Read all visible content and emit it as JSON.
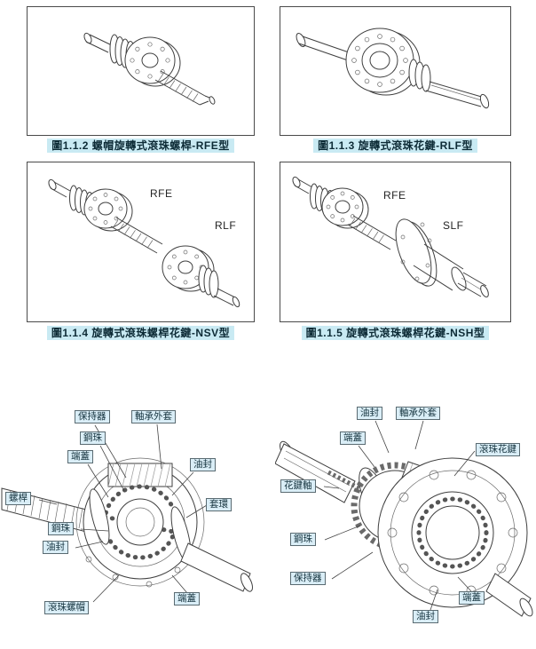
{
  "colors": {
    "caption_bg": "#c9eaf3",
    "callout_bg": "#daeef7",
    "callout_border": "#5a6b72",
    "line_color": "#3f3f3f"
  },
  "figures": [
    {
      "caption": "圖1.1.2 螺帽旋轉式滾珠螺桿-RFE型",
      "inner_labels": []
    },
    {
      "caption": "圖1.1.3 旋轉式滾珠花鍵-RLF型",
      "inner_labels": []
    },
    {
      "caption": "圖1.1.4 旋轉式滾珠螺桿花鍵-NSV型",
      "inner_labels": [
        "RFE",
        "RLF"
      ]
    },
    {
      "caption": "圖1.1.5 旋轉式滾珠螺桿花鍵-NSH型",
      "inner_labels": [
        "RFE",
        "SLF"
      ]
    }
  ],
  "cutaway_left": {
    "labels": [
      "保持器",
      "軸承外套",
      "鋼珠",
      "端蓋",
      "油封",
      "螺桿",
      "套環",
      "鋼珠",
      "油封",
      "滾珠螺帽",
      "端蓋"
    ]
  },
  "cutaway_right": {
    "labels": [
      "油封",
      "軸承外套",
      "端蓋",
      "滾珠花鍵",
      "花鍵軸",
      "鋼珠",
      "保持器",
      "端蓋",
      "油封"
    ]
  }
}
